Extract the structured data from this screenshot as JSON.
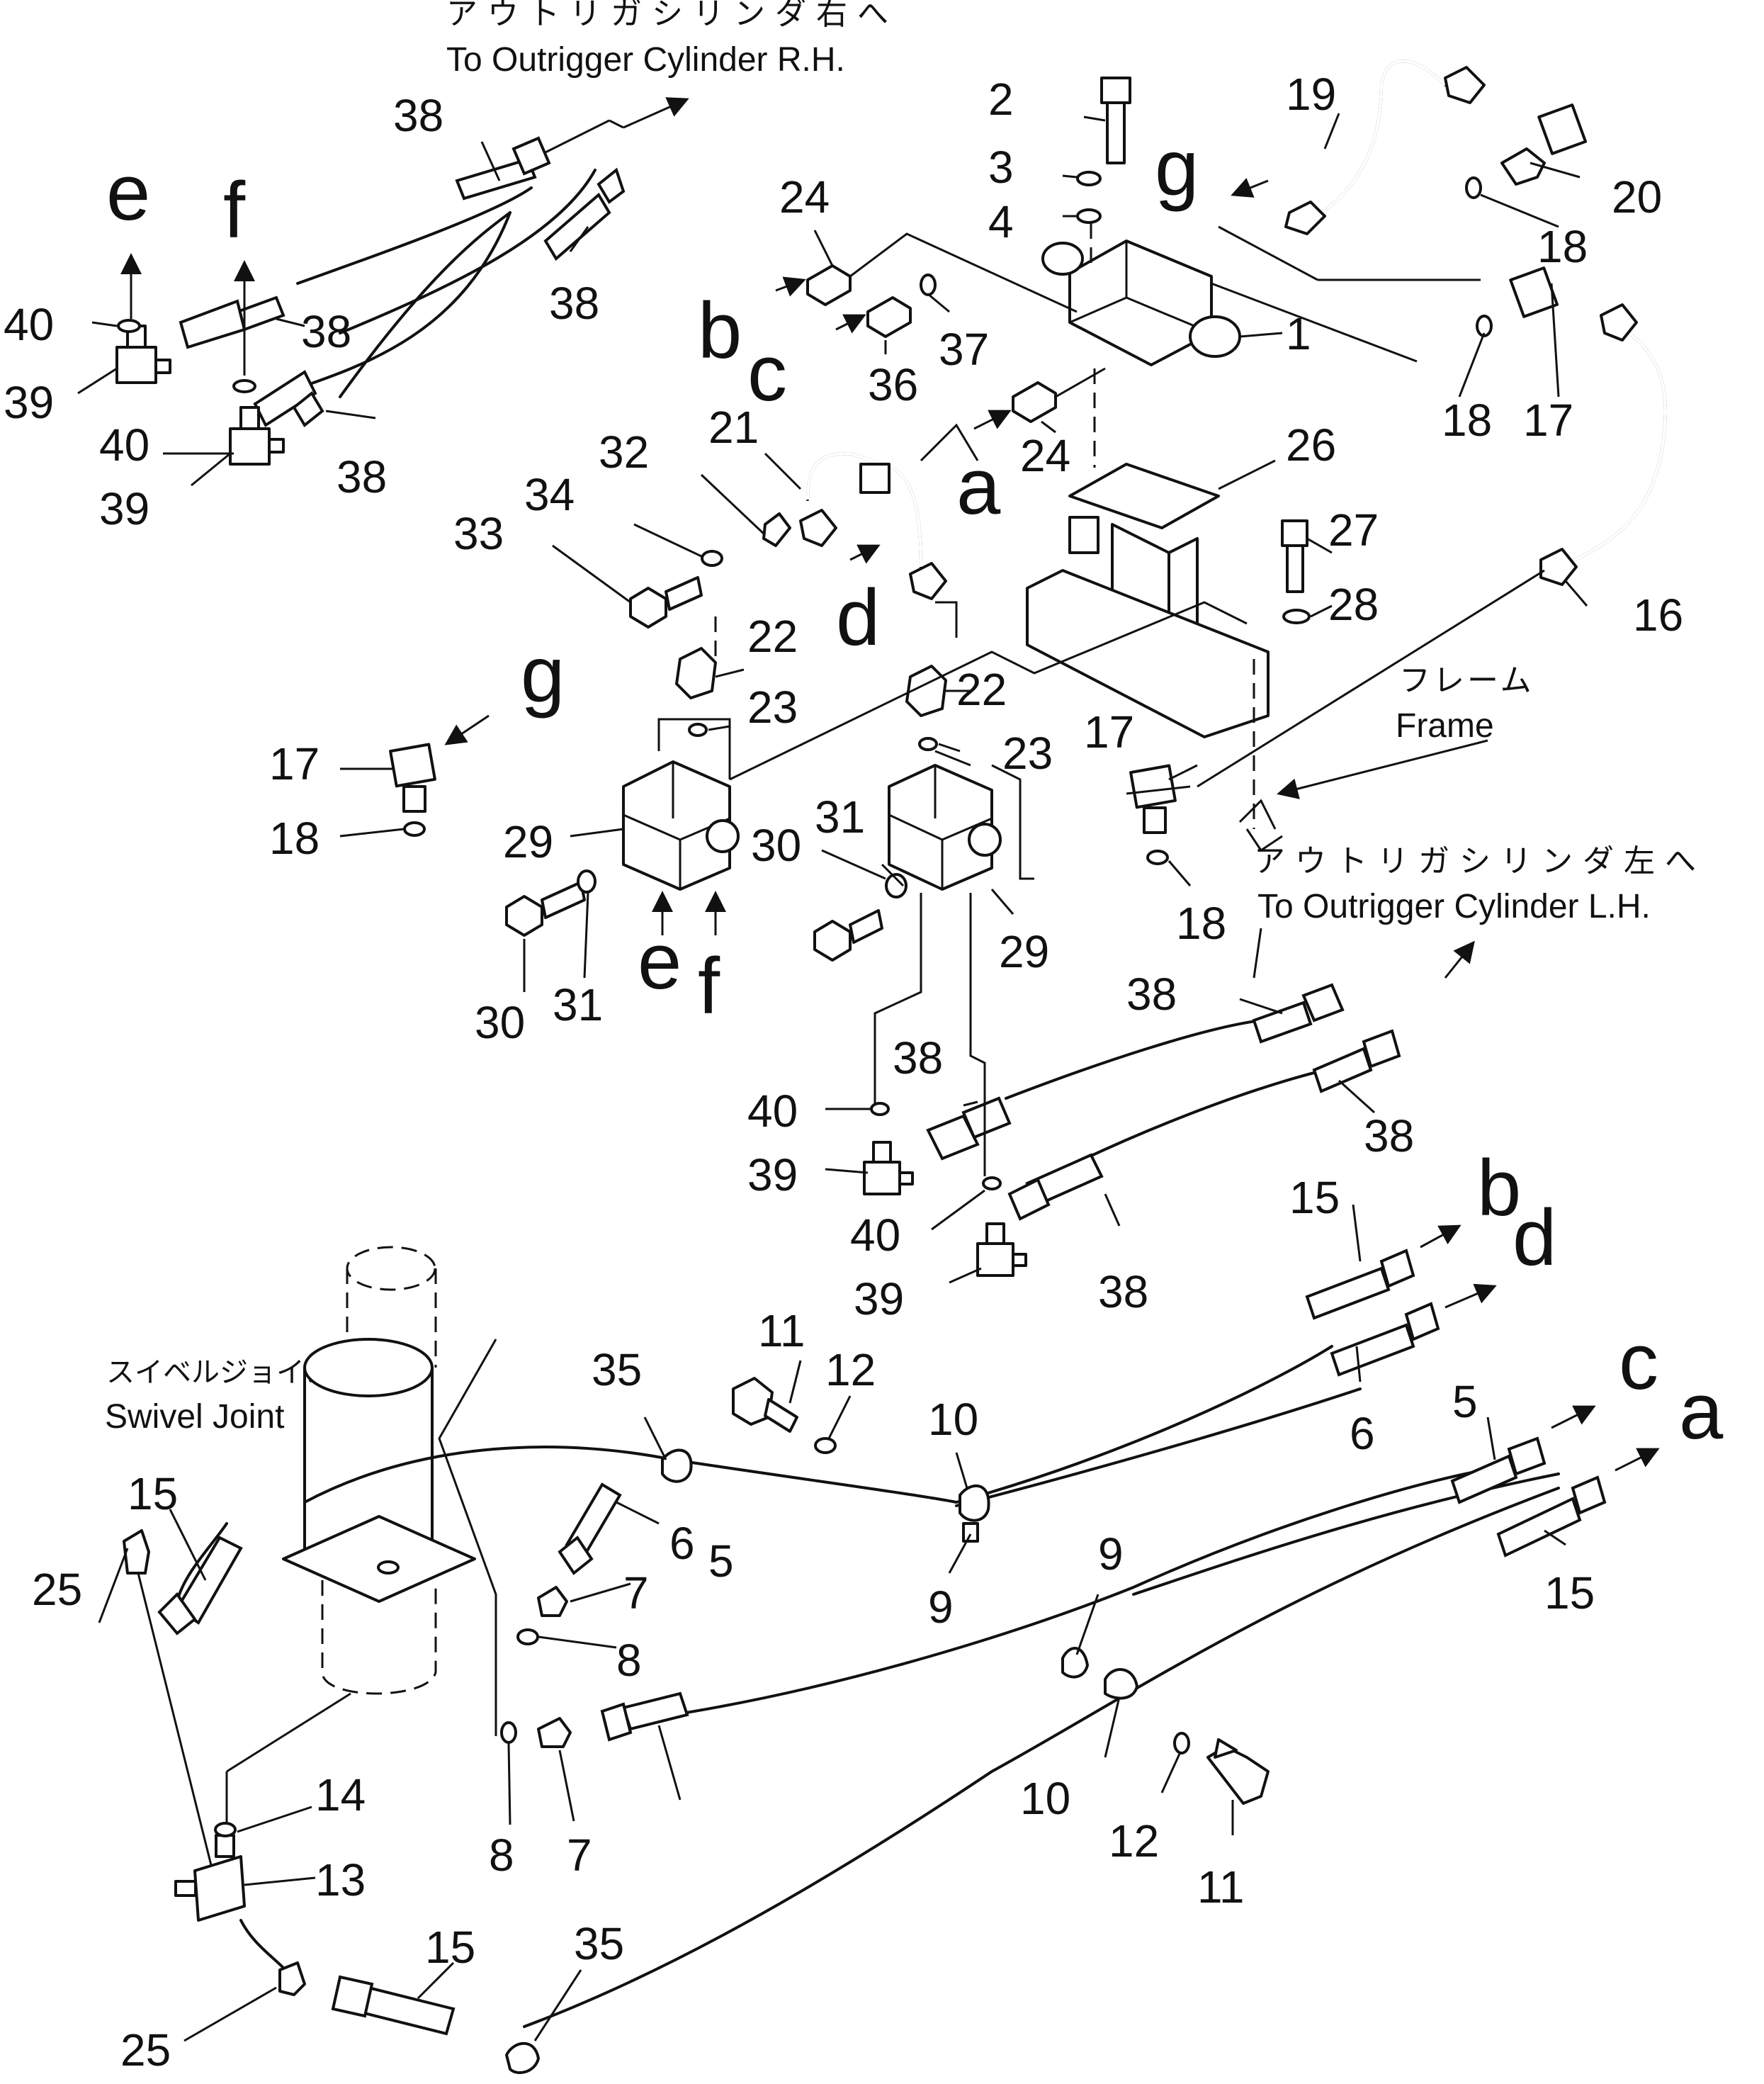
{
  "captions": {
    "rh_jp": "アウトリガシリンダ右へ",
    "rh_en": "To Outrigger Cylinder R.H.",
    "lh_jp": "アウトリガシリンダ左へ",
    "lh_en": "To Outrigger Cylinder L.H.",
    "frame_jp": "フレーム",
    "frame_en": "Frame",
    "swivel_jp": "スイベルジョイント",
    "swivel_en": "Swivel Joint"
  },
  "part_numbers": {
    "n1": "1",
    "n2": "2",
    "n3": "3",
    "n4": "4",
    "n5": "5",
    "n6": "6",
    "n7": "7",
    "n8": "8",
    "n9": "9",
    "n10": "10",
    "n11": "11",
    "n12": "12",
    "n13": "13",
    "n14": "14",
    "n15": "15",
    "n16": "16",
    "n17": "17",
    "n18": "18",
    "n19": "19",
    "n20": "20",
    "n21": "21",
    "n22": "22",
    "n23": "23",
    "n24": "24",
    "n25": "25",
    "n26": "26",
    "n27": "27",
    "n28": "28",
    "n29": "29",
    "n30": "30",
    "n31": "31",
    "n32": "32",
    "n33": "33",
    "n34": "34",
    "n35": "35",
    "n36": "36",
    "n37": "37",
    "n38": "38",
    "n39": "39",
    "n40": "40"
  },
  "connection_letters": {
    "a": "a",
    "b": "b",
    "c": "c",
    "d": "d",
    "e": "e",
    "f": "f",
    "g": "g"
  }
}
